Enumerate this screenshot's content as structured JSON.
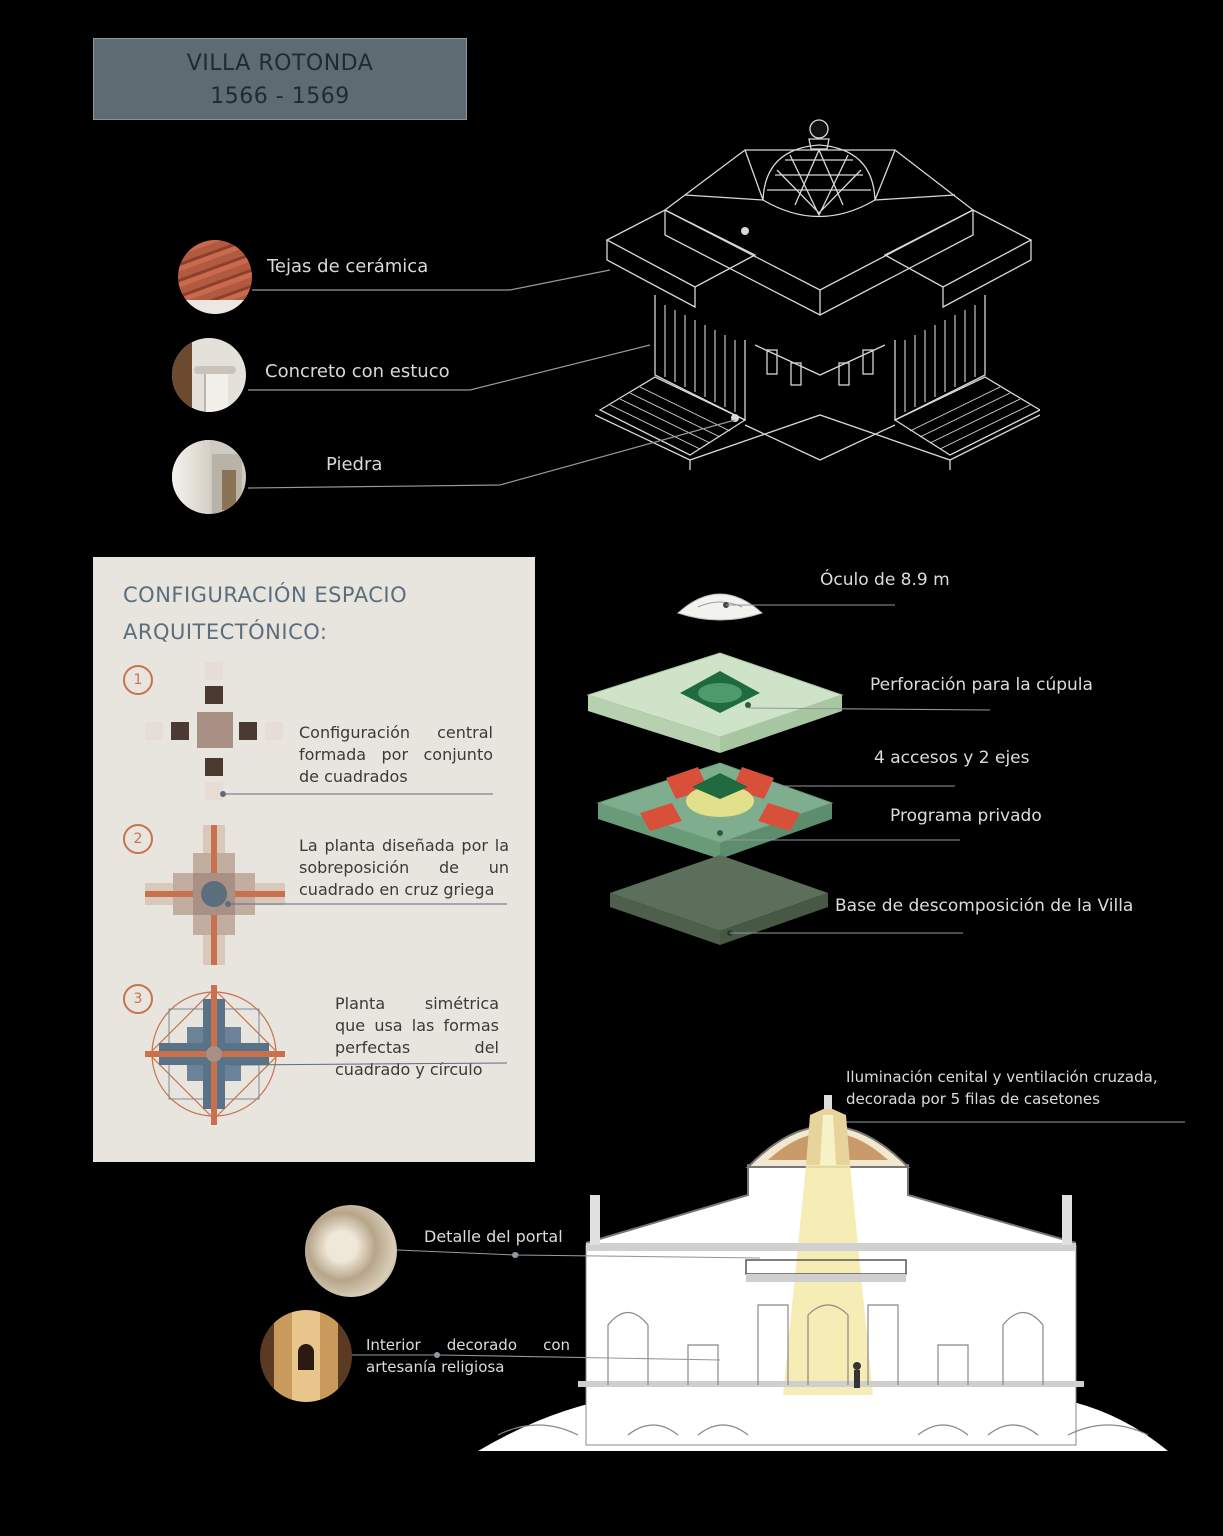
{
  "title": {
    "name": "VILLA ROTONDA",
    "years": "1566 - 1569"
  },
  "materials": [
    {
      "label": "Tejas de cerámica",
      "icon": "roof-tiles-photo"
    },
    {
      "label": "Concreto con estuco",
      "icon": "column-capital-photo"
    },
    {
      "label": "Piedra",
      "icon": "stone-wall-photo"
    }
  ],
  "config": {
    "title": "CONFIGURACIÓN ESPACIO ARQUITECTÓNICO:",
    "steps": [
      {
        "number": "1",
        "text": "Configuración central formada por conjunto de cuadrados"
      },
      {
        "number": "2",
        "text": "La planta diseñada por la sobreposición de un cuadrado en cruz griega"
      },
      {
        "number": "3",
        "text": "Planta simétrica que usa las formas perfectas del cuadrado y círculo"
      }
    ]
  },
  "exploded": {
    "oculus": "Óculo de 8.9 m",
    "dome_cut": "Perforación para la cúpula",
    "accesses": "4 accesos y 2 ejes",
    "private": "Programa privado",
    "base": "Base de descomposición de la Villa"
  },
  "section": {
    "dome_note": "Iluminación cenital y ventilación cruzada, decorada por 5 filas de casetones",
    "portal": "Detalle del portal",
    "interior": "Interior decorado con artesanía religiosa"
  },
  "colors": {
    "background": "#000000",
    "title_box": "#5d6b73",
    "panel": "#e8e4de",
    "accent_orange": "#c9714d",
    "slab_light": "#cfe3c9",
    "slab_mid": "#7fae8e",
    "slab_dark": "#5c6f5a"
  }
}
